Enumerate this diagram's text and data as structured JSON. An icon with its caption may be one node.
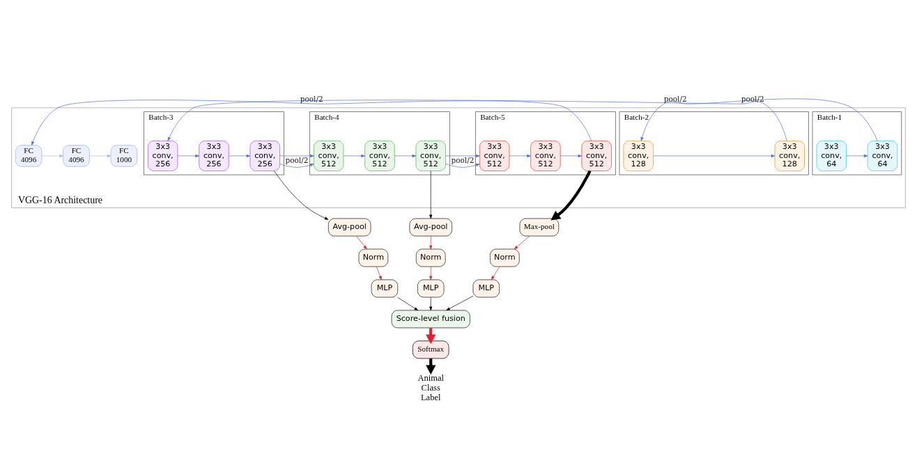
{
  "diagram": {
    "nodes": [
      {
        "text": [
          "VGG-16 Architecture"
        ]
      },
      {
        "text": [
          "Batch-1"
        ],
        "in": 0
      },
      {
        "text": [
          "3x3 conv, 64"
        ],
        "in": 1
      },
      {
        "text": [
          "3x3 conv, 64"
        ],
        "in": 1
      },
      {
        "text": [
          "Batch-2"
        ],
        "in": 0
      },
      {
        "text": [
          "3x3 conv, 128"
        ],
        "in": 4
      },
      {
        "text": [
          "3x3 conv, 128"
        ],
        "in": 4
      },
      {
        "text": [
          "Batch-3"
        ],
        "in": 0
      },
      {
        "text": [
          "3x3 conv, 256"
        ],
        "in": 7
      },
      {
        "text": [
          "3x3 conv, 256"
        ],
        "in": 7
      },
      {
        "text": [
          "3x3 conv, 256"
        ],
        "in": 7
      },
      {
        "text": [
          "Batch-4"
        ],
        "in": 0
      },
      {
        "text": [
          "3x3 conv, 512"
        ],
        "in": 11
      },
      {
        "text": [
          "3x3 conv, 512"
        ],
        "in": 11
      },
      {
        "text": [
          "3x3 conv, 512"
        ],
        "in": 11
      },
      {
        "text": [
          "Batch-5"
        ],
        "in": 0
      },
      {
        "text": [
          "3x3 conv, 512"
        ],
        "in": 15
      },
      {
        "text": [
          "3x3 conv, 512"
        ],
        "in": 15
      },
      {
        "text": [
          "3x3 conv, 512"
        ],
        "in": 15
      },
      {
        "text": [
          "FC 4096"
        ],
        "in": 0
      },
      {
        "text": [
          "FC 4096"
        ],
        "in": 0
      },
      {
        "text": [
          "FC 1000"
        ],
        "in": 0
      },
      {
        "text": [
          "Avg-pool"
        ]
      },
      {
        "text": [
          "Norm"
        ]
      },
      {
        "text": [
          "MLP"
        ]
      },
      {
        "text": [
          "Avg-pool"
        ]
      },
      {
        "text": [
          "Norm"
        ]
      },
      {
        "text": [
          "MLP"
        ]
      },
      {
        "text": [
          "Max-pool"
        ]
      },
      {
        "text": [
          "Norm"
        ]
      },
      {
        "text": [
          "MLP"
        ]
      },
      {
        "text": [
          "Score-level fusion"
        ]
      },
      {
        "text": [
          "Softmax"
        ]
      },
      {
        "text": [
          "Animal Class Label"
        ]
      }
    ],
    "edges": [
      {
        "from": 2,
        "to": 3,
        "arrow": "to"
      },
      {
        "from": 3,
        "to": 5,
        "arrow": "to",
        "label": "pool/2"
      },
      {
        "from": 5,
        "to": 6,
        "arrow": "to"
      },
      {
        "from": 6,
        "to": 8,
        "arrow": "to",
        "label": "pool/2"
      },
      {
        "from": 8,
        "to": 9,
        "arrow": "to"
      },
      {
        "from": 9,
        "to": 10,
        "arrow": "to"
      },
      {
        "from": 10,
        "to": 12,
        "arrow": "to",
        "label": "pool/2"
      },
      {
        "from": 12,
        "to": 13,
        "arrow": "to"
      },
      {
        "from": 13,
        "to": 14,
        "arrow": "to"
      },
      {
        "from": 14,
        "to": 16,
        "arrow": "to",
        "label": "pool/2"
      },
      {
        "from": 16,
        "to": 17,
        "arrow": "to"
      },
      {
        "from": 17,
        "to": 18,
        "arrow": "to"
      },
      {
        "from": 18,
        "to": 19,
        "arrow": "to",
        "label": "pool/2"
      },
      {
        "from": 19,
        "to": 20,
        "arrow": "to",
        "color": "#a8b8f0"
      },
      {
        "from": 20,
        "to": 21,
        "arrow": "to",
        "color": "#a8b8f0"
      },
      {
        "from": 10,
        "to": 22,
        "arrow": "to",
        "color": "#000000"
      },
      {
        "from": 14,
        "to": 25,
        "arrow": "to",
        "color": "#000000"
      },
      {
        "from": 18,
        "to": 28,
        "arrow": "to",
        "color": "#000000",
        "style": "thick"
      },
      {
        "from": 22,
        "to": 23,
        "arrow": "to",
        "color": "#e02030"
      },
      {
        "from": 23,
        "to": 24,
        "arrow": "to",
        "color": "#e02030"
      },
      {
        "from": 25,
        "to": 26,
        "arrow": "to",
        "color": "#e02030"
      },
      {
        "from": 26,
        "to": 27,
        "arrow": "to",
        "color": "#e02030"
      },
      {
        "from": 28,
        "to": 29,
        "arrow": "to",
        "color": "#e02030"
      },
      {
        "from": 29,
        "to": 30,
        "arrow": "to",
        "color": "#e02030"
      },
      {
        "from": 24,
        "to": 31,
        "arrow": "to",
        "color": "#000000"
      },
      {
        "from": 27,
        "to": 31,
        "arrow": "to",
        "color": "#000000"
      },
      {
        "from": 30,
        "to": 31,
        "arrow": "to",
        "color": "#000000"
      },
      {
        "from": 31,
        "to": 32,
        "arrow": "to",
        "color": "#e02030",
        "style": "thick"
      },
      {
        "from": 32,
        "to": 33,
        "arrow": "to",
        "color": "#000000",
        "style": "thick"
      }
    ]
  }
}
